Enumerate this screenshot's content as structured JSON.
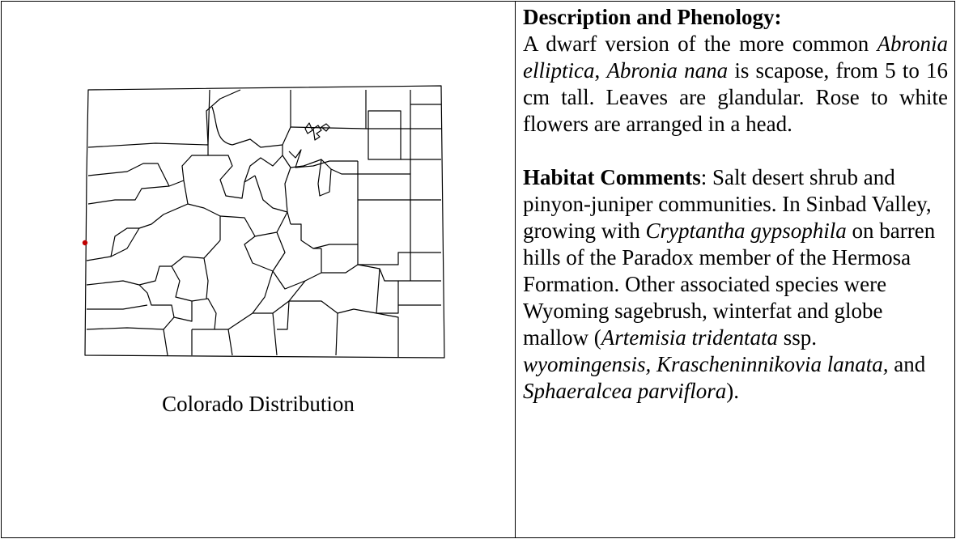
{
  "map": {
    "caption": "Colorado Distribution",
    "dot_color": "#c00000"
  },
  "description": {
    "heading": "Description and Phenology:",
    "t1": "A dwarf version of the more common ",
    "i1": "Abronia elliptica",
    "t2": ", ",
    "i2": "Abronia nana",
    "t3": " is scapose, from 5 to 16 cm tall. Leaves are glandular. Rose to white flowers are arranged in a head."
  },
  "habitat": {
    "heading": "Habitat Comments",
    "h_sep": ":",
    "t1": " Salt desert shrub and pinyon-juniper communities.  In Sinbad Valley, growing with ",
    "i1": "Cryptantha gypsophila",
    "t2": " on barren hills of the Paradox member of the Hermosa Formation. Other associated species were Wyoming sagebrush, winterfat and globe mallow (",
    "i2": "Artemisia tridentata",
    "t3": " ssp. ",
    "i3": "wyomingensis, Krascheninnikovia lanata,",
    "t4": " and ",
    "i4": "Sphaeralcea parviflora",
    "t5": ")."
  }
}
